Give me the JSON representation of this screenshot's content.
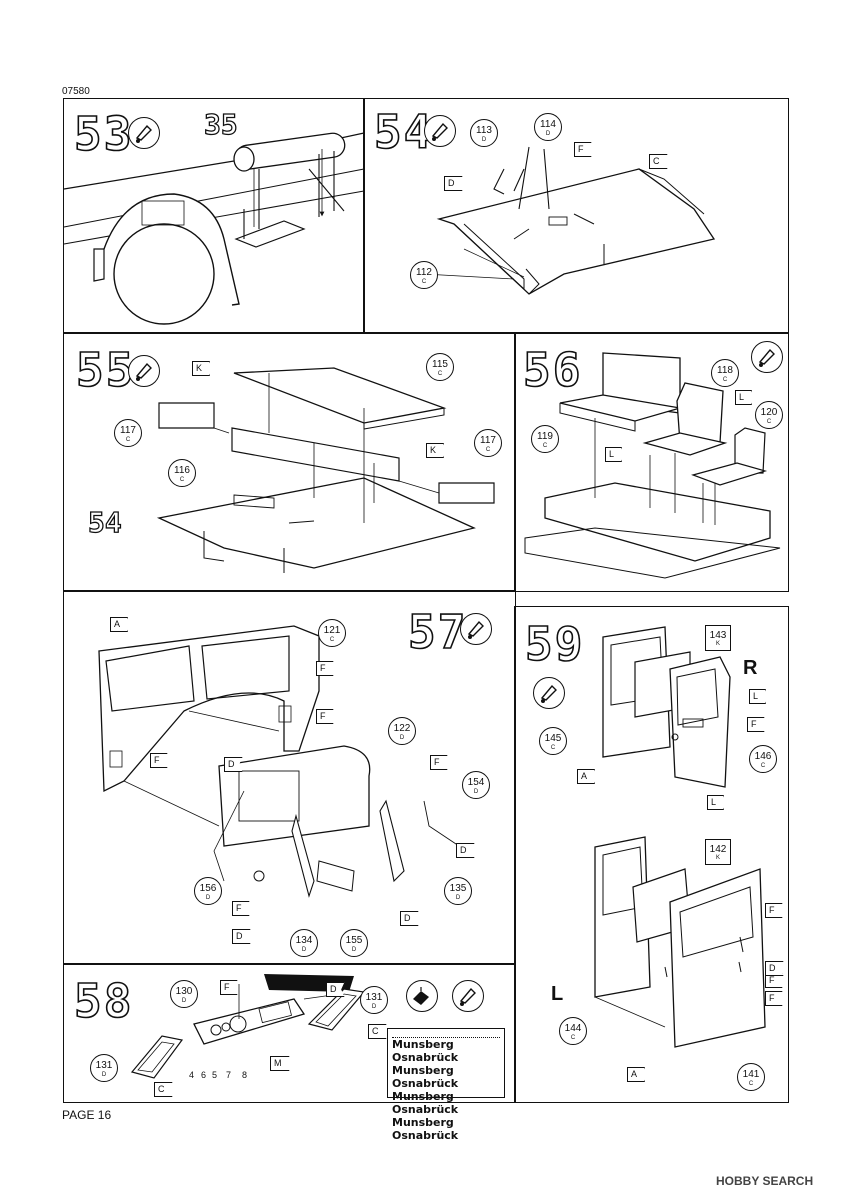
{
  "page": {
    "code": "07580",
    "page_label": "PAGE 16",
    "watermark": "HOBBY SEARCH"
  },
  "steps": {
    "s53": {
      "num": "53",
      "ref": "35"
    },
    "s54": {
      "num": "54",
      "p113": "113",
      "p113s": "D",
      "p114": "114",
      "p114s": "D",
      "p112": "112",
      "p112s": "C",
      "fF": "F",
      "fD": "D",
      "fC": "C"
    },
    "s55": {
      "num": "55",
      "ref": "54",
      "p115": "115",
      "p115s": "C",
      "p117a": "117",
      "p117as": "C",
      "p116": "116",
      "p116s": "C",
      "p117b": "117",
      "p117bs": "C",
      "fK1": "K",
      "fK2": "K"
    },
    "s56": {
      "num": "56",
      "p118": "118",
      "p118s": "C",
      "p119": "119",
      "p119s": "C",
      "p120": "120",
      "p120s": "C",
      "fL1": "L",
      "fL2": "L"
    },
    "s57": {
      "num": "57",
      "p121": "121",
      "p121s": "C",
      "p122": "122",
      "p122s": "D",
      "p154": "154",
      "p154s": "D",
      "p156": "156",
      "p156s": "D",
      "p135": "135",
      "p135s": "D",
      "p134": "134",
      "p134s": "D",
      "p155": "155",
      "p155s": "D",
      "fA": "A",
      "fF1": "F",
      "fF2": "F",
      "fF3": "F",
      "fF4": "F",
      "fF5": "F",
      "fD1": "D",
      "fD2": "D",
      "fD3": "D",
      "fD4": "D"
    },
    "s58": {
      "num": "58",
      "p130": "130",
      "p130s": "D",
      "p131a": "131",
      "p131as": "D",
      "p131b": "131",
      "p131bs": "D",
      "d4": "4",
      "d6": "6",
      "d5": "5",
      "d7": "7",
      "d8": "8",
      "fF": "F",
      "fD": "D",
      "fC1": "C",
      "fC2": "C",
      "fM": "M",
      "decals": [
        "Munsberg Osnabrück",
        "Munsberg Osnabrück",
        "Munsberg Osnabrück",
        "Munsberg Osnabrück"
      ]
    },
    "s59": {
      "num": "59",
      "side_r": "R",
      "side_l": "L",
      "p143": "143",
      "p143s": "K",
      "p145": "145",
      "p145s": "C",
      "p146": "146",
      "p146s": "C",
      "p142": "142",
      "p142s": "K",
      "p144": "144",
      "p144s": "C",
      "p141": "141",
      "p141s": "C",
      "fL1": "L",
      "fL2": "L",
      "fF1": "F",
      "fF2": "F",
      "fF3": "F",
      "fF4": "F",
      "fA1": "A",
      "fA2": "A",
      "fD": "D"
    }
  }
}
